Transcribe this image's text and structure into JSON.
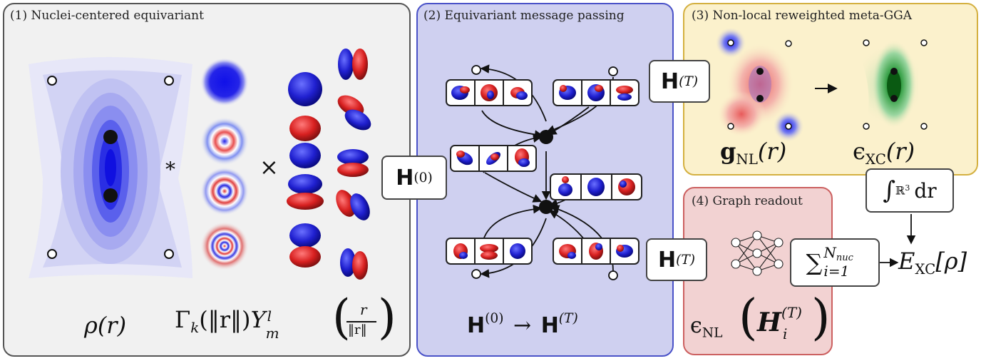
{
  "panels": {
    "p1_title": "(1) Nuclei-centered equivariant",
    "p2_title": "(2) Equivariant message passing",
    "p3_title": "(3) Non-local reweighted meta-GGA",
    "p4_title": "(4) Graph readout"
  },
  "labels": {
    "rho": "ρ(r)",
    "conv_op": "*",
    "times_op": "×",
    "basis_gamma": "Γ",
    "basis_k": "k",
    "basis_norm": "(‖r‖)",
    "basis_Y": "Y",
    "basis_l": "l",
    "basis_m": "m",
    "frac_num": "r",
    "frac_den": "‖r‖",
    "H0": "H",
    "H0_sup": "(0)",
    "HT": "H",
    "HT_sup": "(T)",
    "arrow": "→",
    "g_NL": "g",
    "g_NL_sub": "NL",
    "g_arg": "(r)",
    "eps_XC": "ϵ",
    "eps_XC_sub": "XC",
    "eps_arg": "(r)",
    "eps_NL": "ϵ",
    "eps_NL_sub": "NL",
    "H_i": "H",
    "H_i_sub": "i",
    "integral_sign": "∫",
    "integral_domain": "ℝ",
    "integral_domain_sup": "3",
    "integral_dr": "dr",
    "sum_sign": "∑",
    "sum_upper": "N",
    "sum_upper_sub": "nuc",
    "sum_lower": "i=1",
    "E_XC": "E",
    "E_XC_sub": "XC",
    "E_arg": "[ρ]"
  },
  "colors": {
    "blue": "#2a2ee0",
    "red": "#e03030",
    "green": "#1a8a2a",
    "panel1_bg": "#f1f1f1",
    "panel2_bg": "#cfd0f0",
    "panel3_bg": "#fbf1cc",
    "panel4_bg": "#f2d2d2"
  }
}
